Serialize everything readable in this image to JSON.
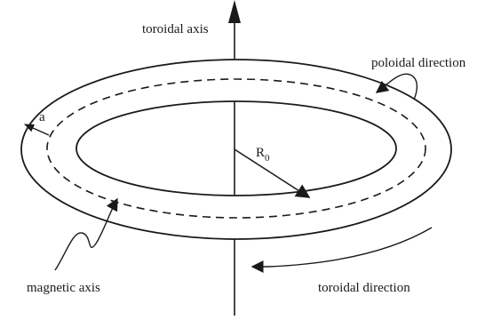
{
  "labels": {
    "toroidal_axis": "toroidal axis",
    "poloidal_direction": "poloidal direction",
    "minor_radius": "a",
    "major_radius": "R",
    "major_radius_subscript": "0",
    "magnetic_axis": "magnetic axis",
    "toroidal_direction": "toroidal direction"
  },
  "colors": {
    "ink": "#1a1a1a",
    "background": "#ffffff"
  }
}
